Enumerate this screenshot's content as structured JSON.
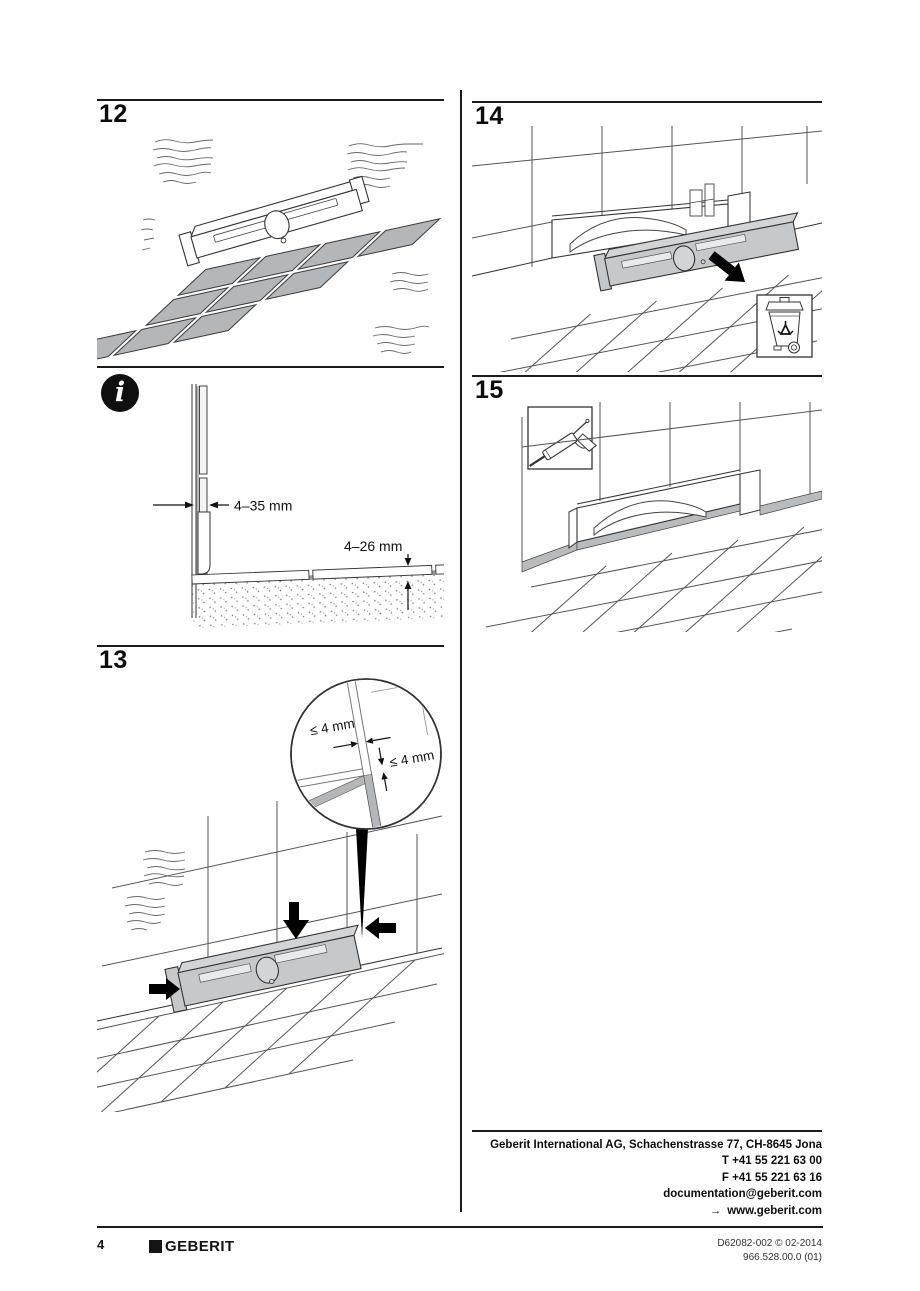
{
  "page": {
    "number": "4",
    "brand": "GEBERIT"
  },
  "steps": {
    "s12": {
      "label": "12"
    },
    "s13": {
      "label": "13",
      "dim_horizontal": "≤ 4 mm",
      "dim_vertical": "≤ 4 mm"
    },
    "s14": {
      "label": "14"
    },
    "s15": {
      "label": "15"
    }
  },
  "info": {
    "glyph": "i",
    "wall_range": "4–35 mm",
    "floor_range": "4–26 mm"
  },
  "contact": {
    "address": "Geberit International AG, Schachenstrasse 77, CH-8645 Jona",
    "phone": "T +41 55 221 63 00",
    "fax": "F +41 55 221 63 16",
    "email": "documentation@geberit.com",
    "web_arrow": "→",
    "website": "www.geberit.com"
  },
  "imprint": {
    "doc_id": "D62082-002 © 02-2014",
    "article": "966.528.00.0 (01)"
  }
}
